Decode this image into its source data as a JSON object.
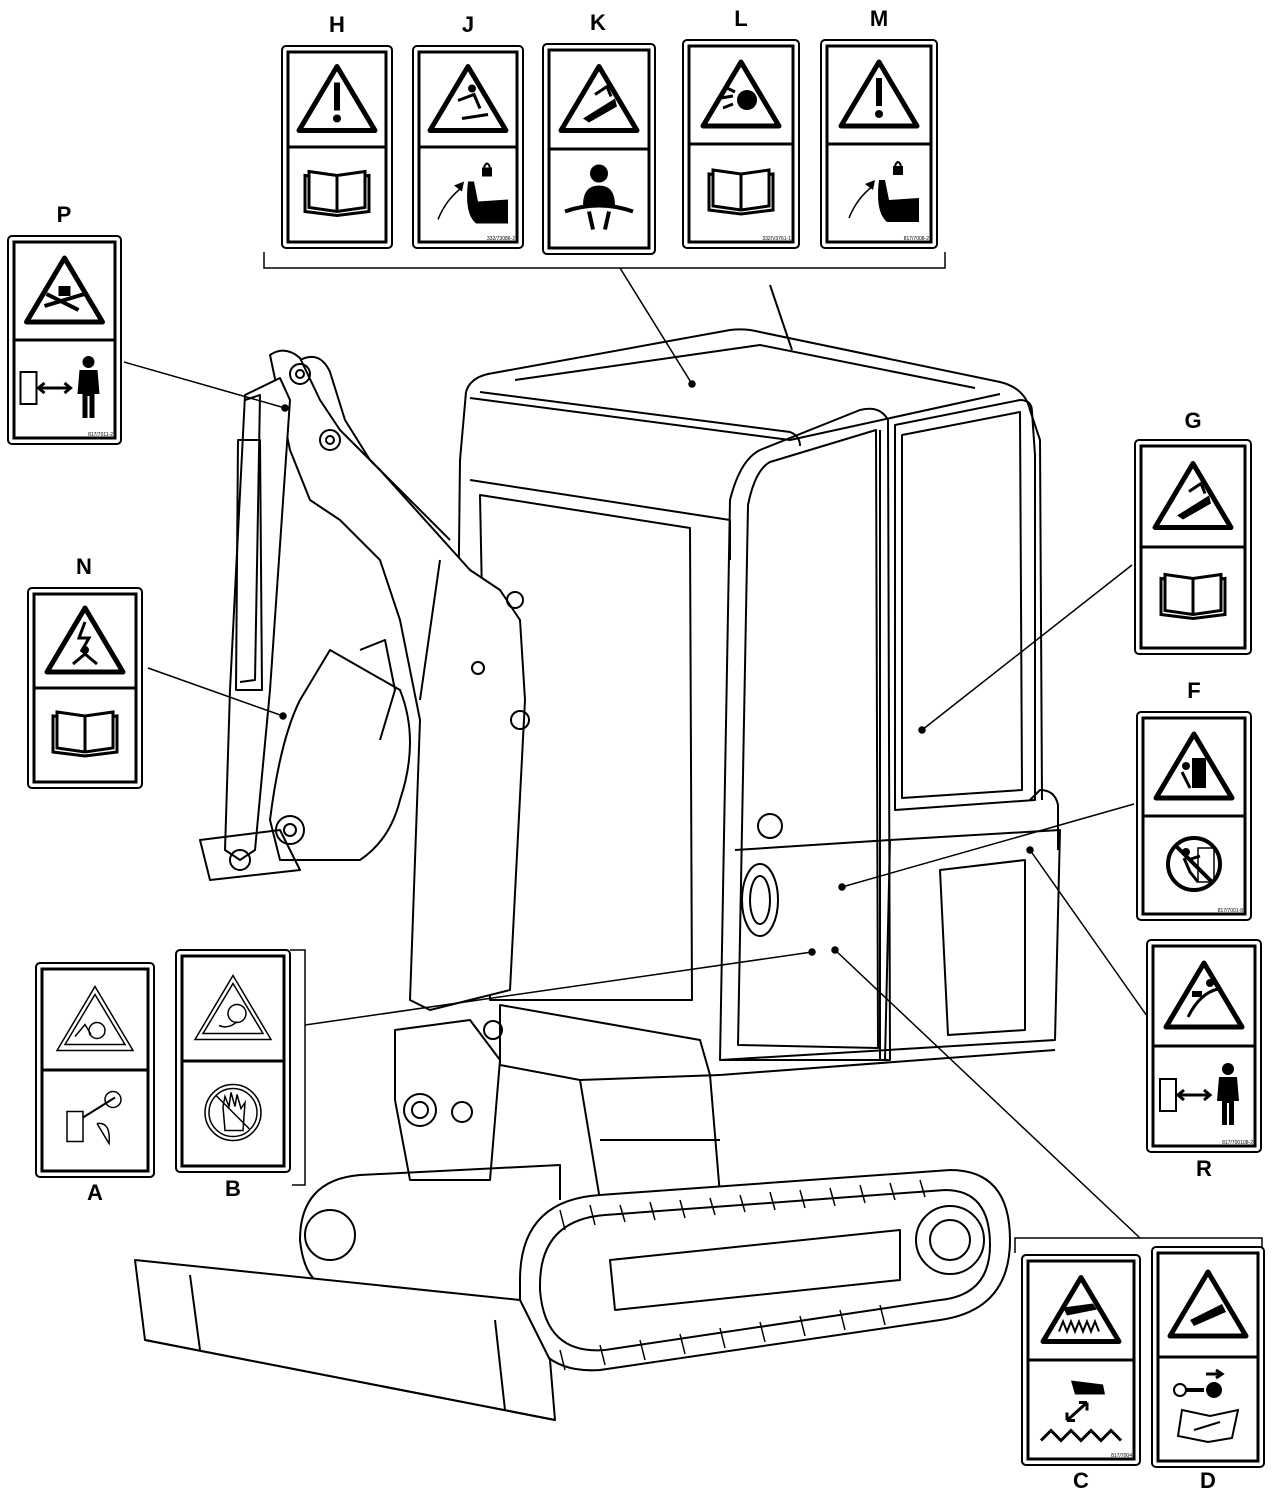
{
  "decals": [
    {
      "id": "H",
      "label": "H",
      "top": "warning",
      "bottom": "manual",
      "code": ""
    },
    {
      "id": "J",
      "label": "J",
      "top": "fall",
      "bottom": "lock-lever",
      "code": "332/73086-2"
    },
    {
      "id": "K",
      "label": "K",
      "top": "tipover",
      "bottom": "seatbelt",
      "code": ""
    },
    {
      "id": "L",
      "label": "L",
      "top": "explosion",
      "bottom": "manual",
      "code": "332/V3761-1"
    },
    {
      "id": "M",
      "label": "M",
      "top": "warning",
      "bottom": "lock-lever",
      "code": "817/7008-2"
    },
    {
      "id": "P",
      "label": "P",
      "top": "crush",
      "bottom": "keep-distance",
      "code": "817/7011-2"
    },
    {
      "id": "N",
      "label": "N",
      "top": "electrocution",
      "bottom": "manual",
      "code": ""
    },
    {
      "id": "G",
      "label": "G",
      "top": "tipover",
      "bottom": "manual",
      "code": ""
    },
    {
      "id": "F",
      "label": "F",
      "top": "crush-side",
      "bottom": "no-stand",
      "code": "817/7001-8"
    },
    {
      "id": "R",
      "label": "R",
      "top": "swing",
      "bottom": "keep-distance",
      "code": "817/700108-2"
    },
    {
      "id": "A",
      "label": "A",
      "top": "fan",
      "bottom": "hot-fan",
      "code": ""
    },
    {
      "id": "B",
      "label": "B",
      "top": "entangle",
      "bottom": "no-hand",
      "code": ""
    },
    {
      "id": "C",
      "label": "C",
      "top": "hot-surface",
      "bottom": "keep-hand",
      "code": "817/7004"
    },
    {
      "id": "D",
      "label": "D",
      "top": "hydraulic",
      "bottom": "key-manual",
      "code": ""
    }
  ],
  "icons": {
    "warning": "warning-triangle-icon",
    "manual": "manual-book-icon",
    "fall": "fall-hazard-icon",
    "lock-lever": "lock-lever-icon",
    "tipover": "tipover-icon",
    "seatbelt": "seatbelt-icon",
    "explosion": "explosion-icon",
    "crush": "crush-hazard-icon",
    "keep-distance": "keep-distance-icon",
    "electrocution": "electrocution-icon",
    "crush-side": "crush-side-icon",
    "no-stand": "no-standing-icon",
    "swing": "swing-hazard-icon",
    "fan": "fan-hazard-icon",
    "hot-fan": "rotating-fan-icon",
    "entangle": "entanglement-icon",
    "no-hand": "no-hands-icon",
    "hot-surface": "hot-surface-icon",
    "keep-hand": "keep-hand-away-icon",
    "hydraulic": "hydraulic-injection-icon",
    "key-manual": "key-and-manual-icon"
  },
  "colors": {
    "ink": "#000000",
    "paper": "#ffffff",
    "light_fill": "#f5f5f5"
  }
}
